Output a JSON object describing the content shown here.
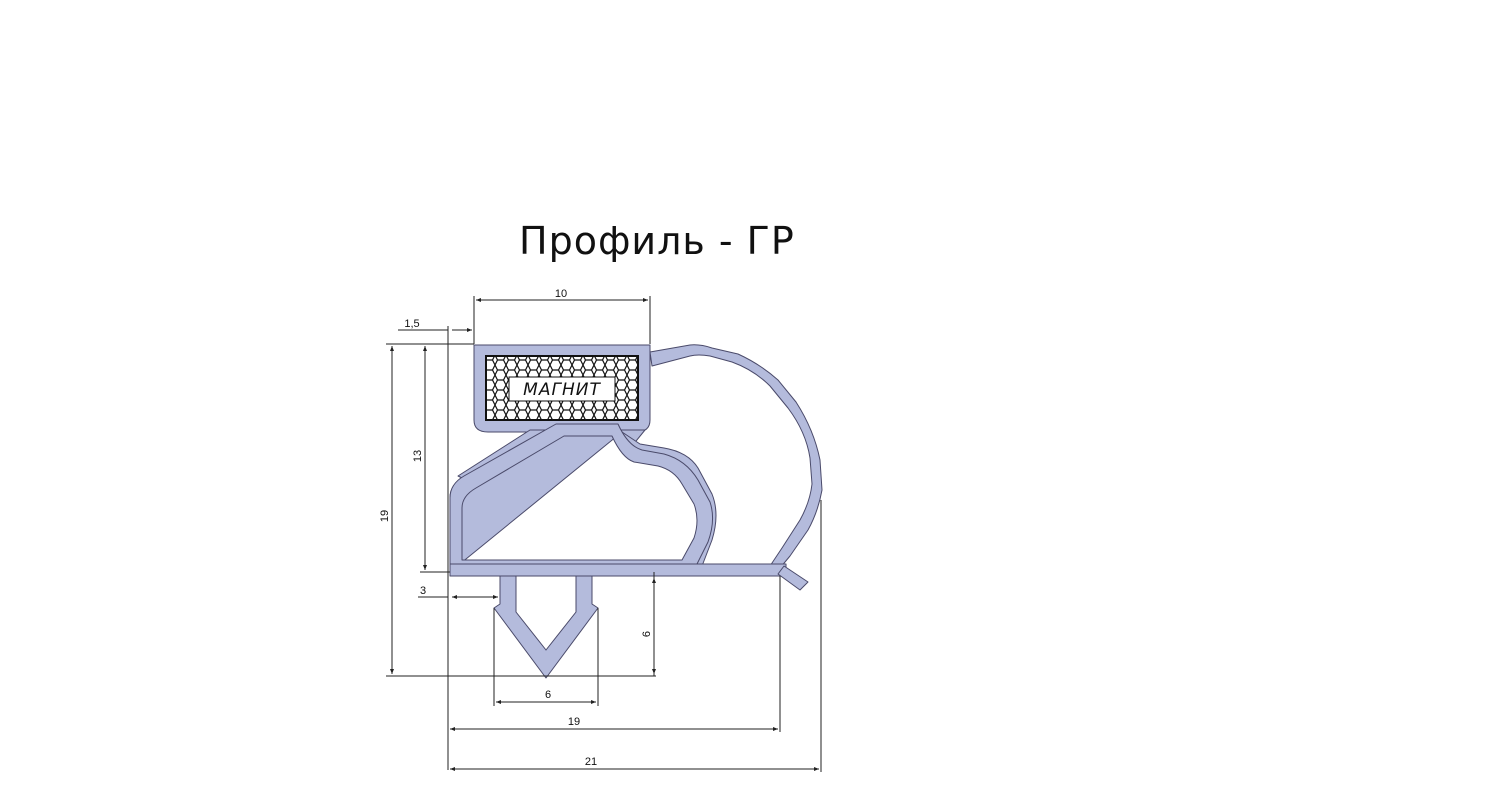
{
  "title": "Профиль - ГР",
  "magnet_label": "МАГНИТ",
  "dimensions": {
    "magnet_width": "10",
    "offset_top": "1,5",
    "magnet_height": "13",
    "total_height": "19",
    "foot_offset": "3",
    "foot_height": "6",
    "foot_width": "6",
    "base_width": "19",
    "total_width": "21"
  },
  "colors": {
    "profile_fill": "#b4bbdc",
    "outline": "#4a4a6a",
    "dimension_lines": "#222222"
  }
}
